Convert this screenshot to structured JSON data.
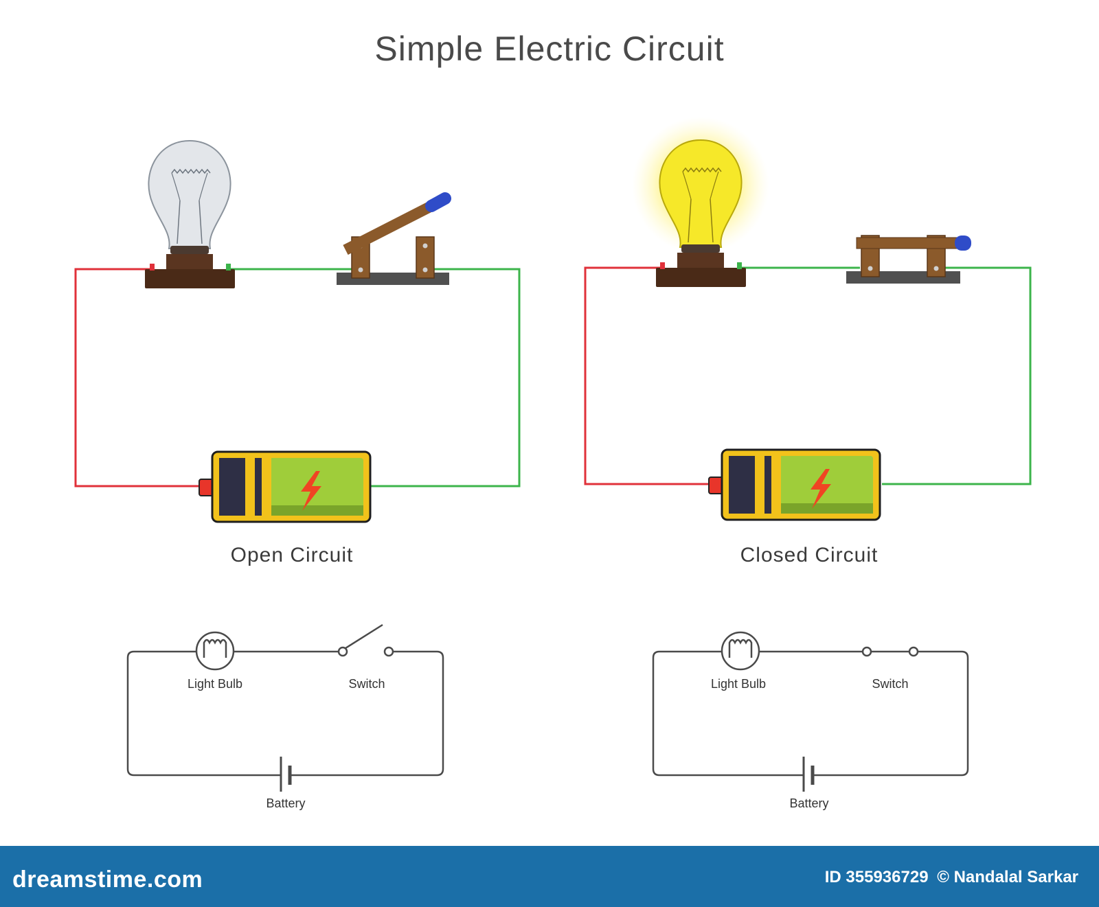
{
  "title": "Simple Electric Circuit",
  "diagrams": [
    {
      "caption": "Open Circuit",
      "switch_state": "open",
      "bulb_state": "off",
      "schematic_labels": {
        "bulb": "Light Bulb",
        "switch": "Switch",
        "battery": "Battery"
      }
    },
    {
      "caption": "Closed Circuit",
      "switch_state": "closed",
      "bulb_state": "on",
      "schematic_labels": {
        "bulb": "Light Bulb",
        "switch": "Switch",
        "battery": "Battery"
      }
    }
  ],
  "colors": {
    "positive_wire": "#e0313a",
    "negative_wire": "#3cb44b",
    "battery_body": "#9fcd3a",
    "battery_frame": "#f2c21b",
    "bulb_lit": "#f6e829",
    "switch_handle": "#8b5a2b",
    "switch_tip": "#2f4cc8",
    "footer_bg": "#1b6fa8"
  },
  "footer": {
    "brand": "dreamstime.com",
    "id_label": "ID 355936729",
    "copyright": "© Nandalal Sarkar"
  }
}
